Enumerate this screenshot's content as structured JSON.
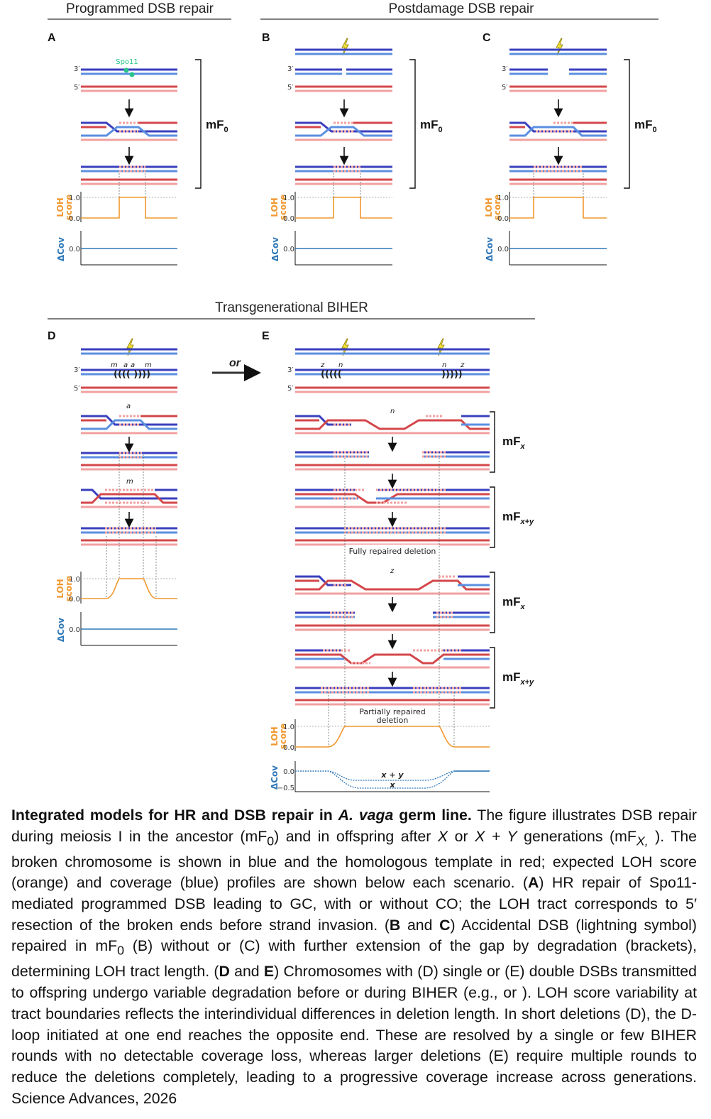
{
  "figure": {
    "section_titles": {
      "top_left": "Programmed DSB repair",
      "top_right": "Postdamage DSB repair",
      "bottom": "Transgenerational BIHER"
    },
    "panels": {
      "A": "A",
      "B": "B",
      "C": "C",
      "D": "D",
      "E": "E"
    },
    "strand_labels": {
      "three_prime": "3′",
      "five_prime": "5′"
    },
    "spo11": "Spo11",
    "gen": {
      "mf0": "mF",
      "mf0_sub": "0",
      "mfx": "mF",
      "mfx_sub": "x",
      "mfxy": "mF",
      "mfxy_sub": "x+y"
    },
    "axis": {
      "loh_a": "LOH",
      "loh_b": "score",
      "cov": "ΔCov",
      "v1": "1.0",
      "v0": "0.0",
      "vneg": "−0.5"
    },
    "or": "or",
    "deg_letters": {
      "m": "m",
      "a": "a",
      "n": "n",
      "z": "z"
    },
    "notes": {
      "full": "Fully repaired deletion",
      "partial1": "Partially repaired",
      "partial2": "deletion",
      "xy": "x + y",
      "x": "x"
    }
  },
  "caption": {
    "title": "Integrated models for HR and DSB repair in ",
    "title_italic": "A. vaga",
    "title_end": " germ line.",
    "p1": " The figure illustrates DSB repair during meiosis I in the ancestor (mF",
    "p1_sub": "0",
    "p2": ") and in offspring after ",
    "p2_x": "X",
    "p2_or": " or ",
    "p2_xy": "X + Y",
    "p2_gen": " generations (mF",
    "p2_sub": "X,",
    "p3": " ). The broken chromosome is shown in blue and the homologous template in red; expected LOH score (orange) and coverage (blue) profiles are shown below each scenario. (",
    "bA": "A",
    "p4": ") HR repair of Spo11-mediated programmed DSB leading to GC, with or without CO; the LOH tract corresponds to 5′ resection of the broken ends before strand invasion. (",
    "bBC": "B",
    "and1": " and ",
    "bC": "C",
    "p5": ") Accidental DSB (lightning symbol) repaired in mF",
    "p5_sub": "0",
    "p6": " (B) without or (C) with further extension of the gap by degradation (brackets), determining LOH tract length. (",
    "bD": "D",
    "and2": " and ",
    "bE": "E",
    "p7": ") Chromosomes with (D) single or (E) double DSBs transmitted to offspring undergo variable degradation before or during BIHER (e.g., or ). LOH score variability at tract boundaries reflects the interindividual differences in deletion length. In short deletions (D), the D-loop initiated at one end reaches the opposite end. These are resolved by a single or few BIHER rounds with no detectable coverage loss, whereas larger deletions (E) require multiple rounds to reduce the deletions completely, leading to a progressive coverage increase across generations. Science Advances, 2026"
  },
  "colors": {
    "blue_dark": "#3a3fbe",
    "blue_light": "#5b8fe0",
    "red_dark": "#d4474a",
    "red_light": "#f2a0a0",
    "loh": "#f0982f",
    "cov": "#2f78b8",
    "green": "#27c48a",
    "bolt": "#f3e23a"
  }
}
